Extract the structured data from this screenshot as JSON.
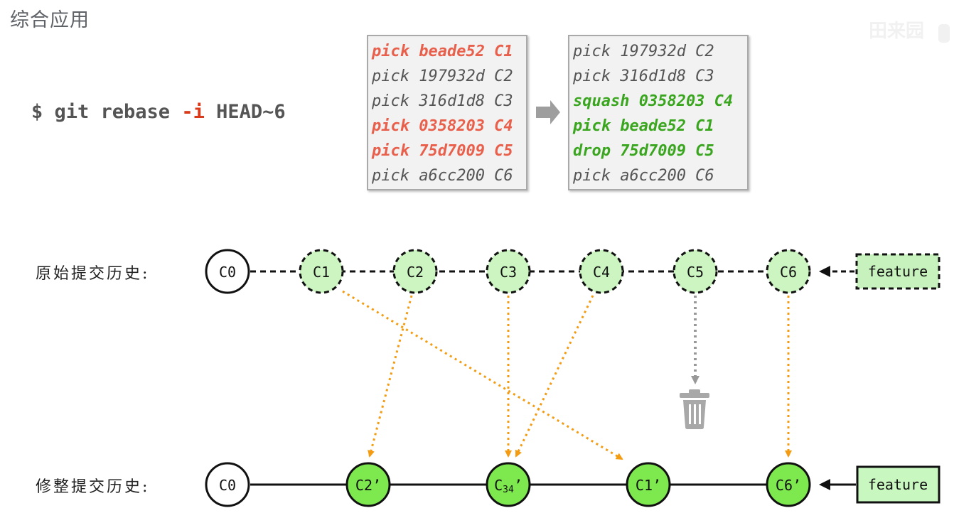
{
  "page": {
    "title": "综合应用",
    "watermark": "田来园"
  },
  "command": {
    "prefix": "$ git rebase ",
    "flag": "-i",
    "suffix": " HEAD~6"
  },
  "todo_before": [
    {
      "text": "pick beade52 C1",
      "style": "red"
    },
    {
      "text": "pick 197932d C2",
      "style": "normal"
    },
    {
      "text": "pick 316d1d8 C3",
      "style": "normal"
    },
    {
      "text": "pick 0358203 C4",
      "style": "red"
    },
    {
      "text": "pick 75d7009 C5",
      "style": "red"
    },
    {
      "text": "pick a6cc200 C6",
      "style": "normal"
    }
  ],
  "todo_after": [
    {
      "text": "pick 197932d C2",
      "style": "normal"
    },
    {
      "text": "pick 316d1d8 C3",
      "style": "normal"
    },
    {
      "text": "squash 0358203 C4",
      "style": "green"
    },
    {
      "text": "pick beade52 C1",
      "style": "green"
    },
    {
      "text": "drop 75d7009 C5",
      "style": "green"
    },
    {
      "text": "pick a6cc200 C6",
      "style": "normal"
    }
  ],
  "original": {
    "label": "原始提交历史:",
    "base": "C0",
    "commits": [
      "C1",
      "C2",
      "C3",
      "C4",
      "C5",
      "C6"
    ],
    "branch": "feature"
  },
  "rewritten": {
    "label": "修整提交历史:",
    "base": "C0",
    "commits": [
      {
        "main": "C2",
        "sub": "",
        "suffix": "’"
      },
      {
        "main": "C",
        "sub": "34",
        "suffix": "’"
      },
      {
        "main": "C1",
        "sub": "",
        "suffix": "’"
      },
      {
        "main": "C6",
        "sub": "",
        "suffix": "’"
      }
    ],
    "branch": "feature"
  },
  "mappings": [
    {
      "from": "C1",
      "to": "C1’"
    },
    {
      "from": "C2",
      "to": "C2’"
    },
    {
      "from": "C3",
      "to": "C34’"
    },
    {
      "from": "C4",
      "to": "C34’"
    },
    {
      "from": "C6",
      "to": "C6’"
    }
  ],
  "dropped": {
    "commit": "C5",
    "icon": "trash-icon"
  },
  "colors": {
    "original_fill": "#ccf5c2",
    "rewritten_fill": "#7ee84f",
    "branch_fill_original": "#c8f2bd",
    "branch_fill_rewritten": "#c8f7c0",
    "arrow_orange": "#f39c12",
    "arrow_gray": "#999999",
    "highlight_red": "#e8604c",
    "highlight_green": "#3aa51e"
  }
}
